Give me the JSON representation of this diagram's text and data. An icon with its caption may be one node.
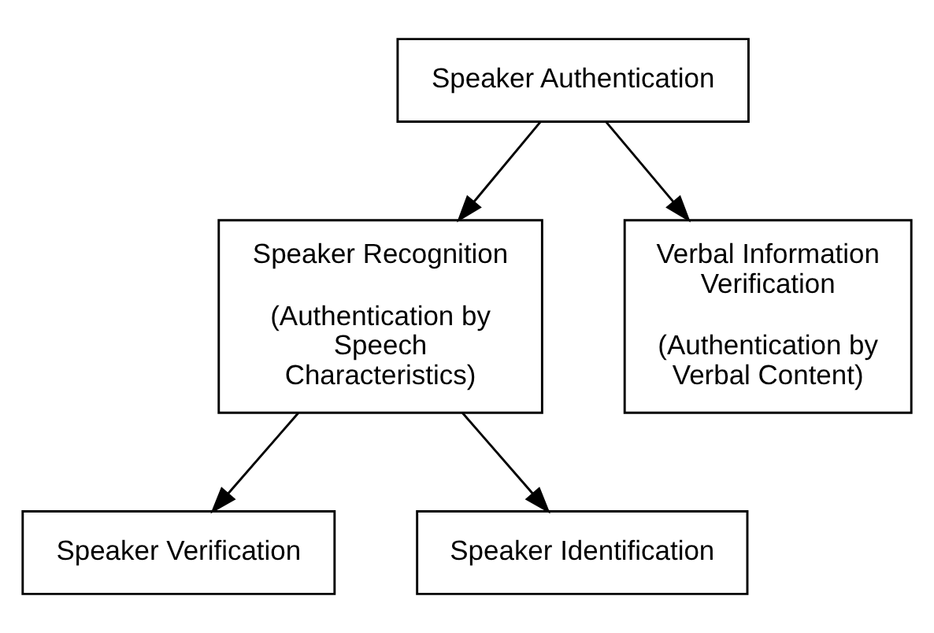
{
  "diagram": {
    "nodes": [
      {
        "text": [
          "Speaker Authentication"
        ]
      },
      {
        "text": [
          "Speaker Recognition",
          "(Authentication by Speech Characteristics)"
        ]
      },
      {
        "text": [
          "Verbal Information Verification",
          "(Authentication by Verbal Content)"
        ]
      },
      {
        "text": [
          "Speaker Verification"
        ]
      },
      {
        "text": [
          "Speaker Identification"
        ]
      }
    ],
    "edges": [
      {
        "from": 0,
        "to": 1,
        "arrow": "to"
      },
      {
        "from": 0,
        "to": 2,
        "arrow": "to"
      },
      {
        "from": 1,
        "to": 3,
        "arrow": "to"
      },
      {
        "from": 1,
        "to": 4,
        "arrow": "to"
      }
    ]
  }
}
